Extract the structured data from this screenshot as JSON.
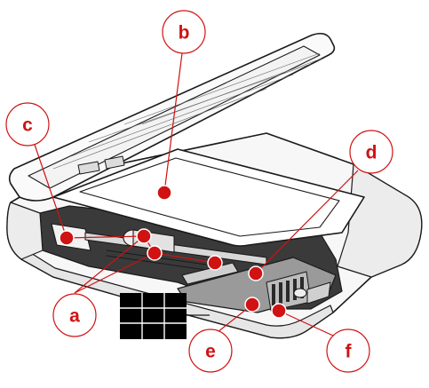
{
  "diagram": {
    "accent_color": "#d01212",
    "callouts": [
      {
        "id": "a",
        "label": "a"
      },
      {
        "id": "b",
        "label": "b"
      },
      {
        "id": "c",
        "label": "c"
      },
      {
        "id": "d",
        "label": "d"
      },
      {
        "id": "e",
        "label": "e"
      },
      {
        "id": "f",
        "label": "f"
      }
    ]
  }
}
